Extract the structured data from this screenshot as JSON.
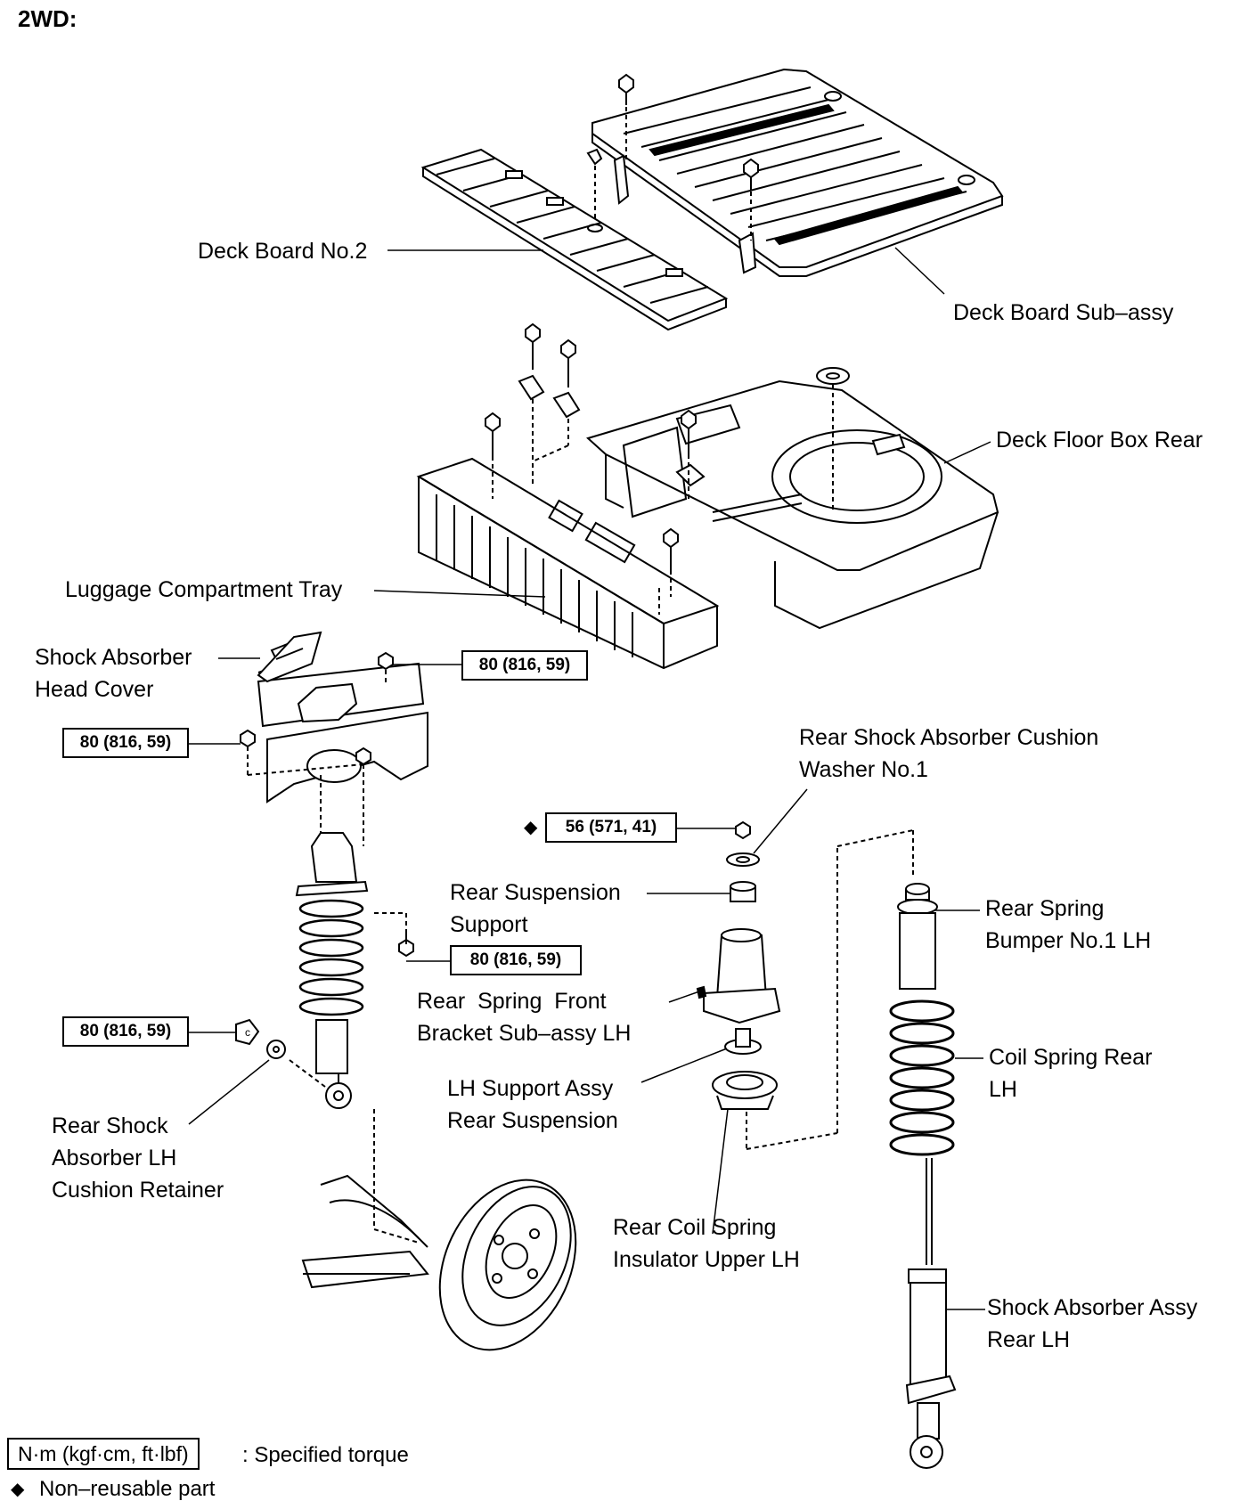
{
  "title": "2WD:",
  "labels": {
    "deck_board_no2": "Deck Board No.2",
    "deck_board_sub_assy": "Deck Board Sub–assy",
    "deck_floor_box_rear": "Deck Floor Box Rear",
    "luggage_compartment_tray": "Luggage Compartment Tray",
    "shock_absorber_head_cover": [
      "Shock Absorber",
      "Head Cover"
    ],
    "rear_shock_absorber_cushion_washer": [
      "Rear Shock Absorber Cushion",
      "Washer No.1"
    ],
    "rear_suspension_support": [
      "Rear Suspension",
      "Support"
    ],
    "rear_spring_front_bracket": [
      "Rear  Spring  Front",
      "Bracket Sub–assy LH"
    ],
    "lh_support_assy": [
      "LH Support Assy",
      "Rear Suspension"
    ],
    "rear_coil_spring_insulator": [
      "Rear Coil Spring",
      "Insulator Upper LH"
    ],
    "rear_spring_bumper": [
      "Rear Spring",
      "Bumper No.1 LH"
    ],
    "coil_spring_rear": [
      "Coil Spring Rear",
      "LH"
    ],
    "shock_absorber_assy_rear": [
      "Shock Absorber Assy",
      "Rear LH"
    ],
    "rear_shock_cushion_retainer": [
      "Rear Shock",
      "Absorber LH",
      "Cushion Retainer"
    ]
  },
  "torques": {
    "head_cover_nut": "80 (816, 59)",
    "upper_left_nut": "80 (816, 59)",
    "washer_nut": "56 (571, 41)",
    "bracket_bolt": "80 (816, 59)",
    "lower_bolt": "80 (816, 59)"
  },
  "legend": {
    "torque_unit": "N·m (kgf·cm, ft·lbf)",
    "torque_text": ": Specified torque",
    "nonreusable_symbol": "◆",
    "nonreusable_text": "Non–reusable part"
  }
}
